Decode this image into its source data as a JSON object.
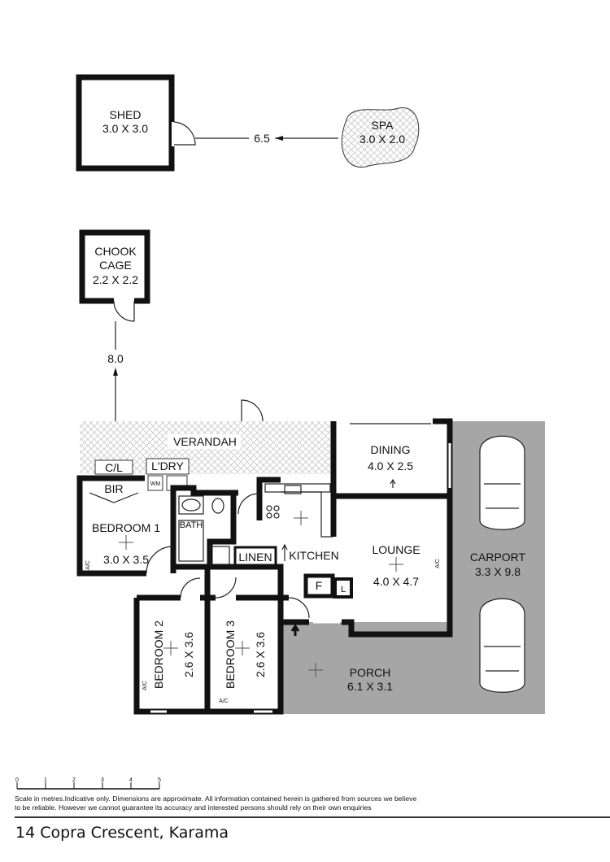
{
  "rooms": {
    "shed": {
      "name": "SHED",
      "size": "3.0 X 3.0"
    },
    "spa": {
      "name": "SPA",
      "size": "3.0 X 2.0"
    },
    "chook_cage": {
      "name_line1": "CHOOK",
      "name_line2": "CAGE",
      "size": "2.2 X 2.2"
    },
    "verandah": {
      "name": "VERANDAH"
    },
    "cl": {
      "name": "C/L"
    },
    "laundry": {
      "name": "L'DRY"
    },
    "wm": {
      "name": "WM"
    },
    "bir": {
      "name": "BIR"
    },
    "bedroom1": {
      "name": "BEDROOM 1",
      "size": "3.0 X 3.5"
    },
    "bath": {
      "name": "BATH"
    },
    "linen": {
      "name": "LINEN"
    },
    "kitchen": {
      "name": "KITCHEN"
    },
    "dining": {
      "name": "DINING",
      "size": "4.0 X 2.5"
    },
    "lounge": {
      "name": "LOUNGE",
      "size": "4.0 X 4.7"
    },
    "carport": {
      "name": "CARPORT",
      "size": "3.3 X 9.8"
    },
    "porch": {
      "name": "PORCH",
      "size": "6.1 X 3.1"
    },
    "bedroom2": {
      "name": "BEDROOM 2",
      "size": "2.6 X 3.6"
    },
    "bedroom3": {
      "name": "BEDROOM 3",
      "size": "2.6 X 3.6"
    },
    "fridge": {
      "name": "F"
    },
    "l_box": {
      "name": "L"
    },
    "ac_label": "A/C"
  },
  "dimensions": {
    "shed_to_spa": "6.5",
    "cage_to_verandah": "8.0"
  },
  "scale": {
    "ticks": [
      "0",
      "1",
      "2",
      "3",
      "4",
      "5"
    ]
  },
  "disclaimer": "Scale in metres.Indicative only. Dimensions are approximate. All information contained herein is gathered from sources we believe to be reliable. However we cannot guarantee its accuracy and interested persons should rely on their own enquiries",
  "address": "14 Copra Crescent, Karama",
  "colors": {
    "wall": "#111111",
    "porch_fill": "#a6a6a6",
    "verandah_hatch": "#c8c8c8"
  }
}
